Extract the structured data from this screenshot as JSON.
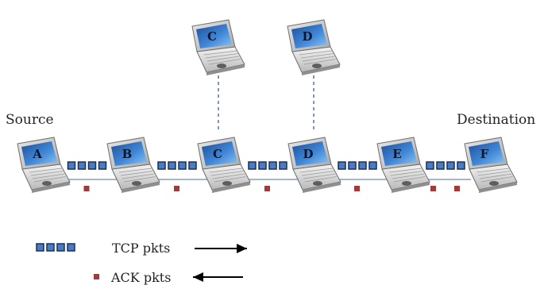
{
  "labels": {
    "source": "Source",
    "destination": "Destination"
  },
  "nodes": [
    {
      "id": "A",
      "label": "A"
    },
    {
      "id": "B",
      "label": "B"
    },
    {
      "id": "C",
      "label": "C"
    },
    {
      "id": "D",
      "label": "D"
    },
    {
      "id": "E",
      "label": "E"
    },
    {
      "id": "F",
      "label": "F"
    }
  ],
  "elevated_nodes": [
    {
      "id": "C",
      "label": "C",
      "link_to": "C"
    },
    {
      "id": "D",
      "label": "D",
      "link_to": "D"
    }
  ],
  "links": [
    {
      "from": "A",
      "to": "B",
      "tcp_packets": 4,
      "ack_packets": 1
    },
    {
      "from": "B",
      "to": "C",
      "tcp_packets": 4,
      "ack_packets": 1
    },
    {
      "from": "C",
      "to": "D",
      "tcp_packets": 4,
      "ack_packets": 1
    },
    {
      "from": "D",
      "to": "E",
      "tcp_packets": 4,
      "ack_packets": 1
    },
    {
      "from": "E",
      "to": "F",
      "tcp_packets": 4,
      "ack_packets": 2
    }
  ],
  "legend": {
    "tcp_label": "TCP pkts",
    "tcp_direction": "right",
    "ack_label": "ACK pkts",
    "ack_direction": "left"
  },
  "colors": {
    "tcp_fill": "#4a7cc2",
    "tcp_stroke": "#1a2e58",
    "ack_fill": "#a33a3a",
    "link_line": "#4a6fa5",
    "dashed_line": "#2f4f8f",
    "screen": "#2b63b0",
    "screen_glow": "#7fb6ee"
  }
}
